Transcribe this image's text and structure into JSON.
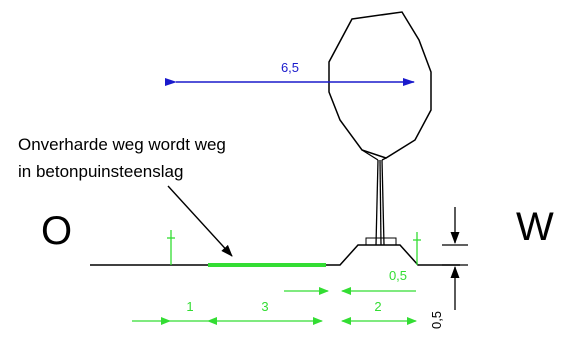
{
  "annotation": {
    "line1": "Onverharde weg wordt weg",
    "line2": "in betonpuinsteenslag"
  },
  "directions": {
    "left": "O",
    "right": "W"
  },
  "dimensions": {
    "crown_width": "6,5",
    "shoulder_offset": "0,5",
    "vertical_height": "0,5",
    "segment_1": "1",
    "segment_3": "3",
    "segment_2": "2"
  },
  "colors": {
    "outline": "#000000",
    "dimension_green": "#33dd33",
    "dimension_blue": "#1a1acc"
  }
}
